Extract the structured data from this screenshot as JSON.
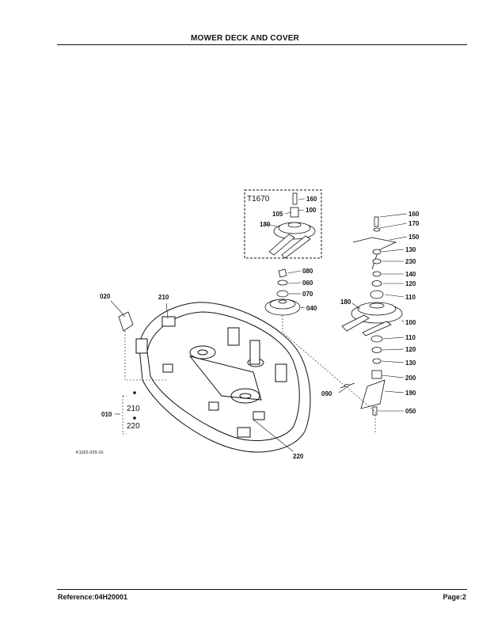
{
  "header": {
    "title": "MOWER DECK AND COVER"
  },
  "footer": {
    "reference": "Reference:04H20001",
    "page": "Page:2"
  },
  "diagram": {
    "inset_code": "T1670",
    "figure_code": "K1162-029-10",
    "labels": {
      "l160a": "160",
      "l105": "105",
      "l100a": "100",
      "l180a": "180",
      "l160b": "160",
      "l170": "170",
      "l150": "150",
      "l130a": "130",
      "l230": "230",
      "l140": "140",
      "l120a": "120",
      "l110a": "110",
      "l180b": "180",
      "l100b": "100",
      "l110b": "110",
      "l120b": "120",
      "l130b": "130",
      "l200": "200",
      "l190": "190",
      "l050": "050",
      "l080": "080",
      "l060": "060",
      "l070": "070",
      "l040": "040",
      "l090": "090",
      "l020": "020",
      "l210a": "210",
      "l010": "010",
      "l210b": "210",
      "l220a": "220",
      "l220b": "220"
    }
  }
}
